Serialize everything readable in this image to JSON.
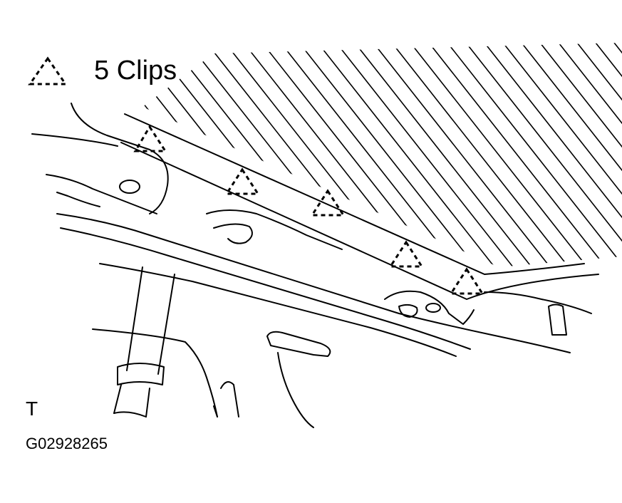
{
  "legend": {
    "icon": "dashed-triangle-clip-icon",
    "label": "5 Clips"
  },
  "corner_mark": "T",
  "figure_id": "G02928265",
  "colors": {
    "ink": "#000000",
    "paper": "#ffffff"
  }
}
